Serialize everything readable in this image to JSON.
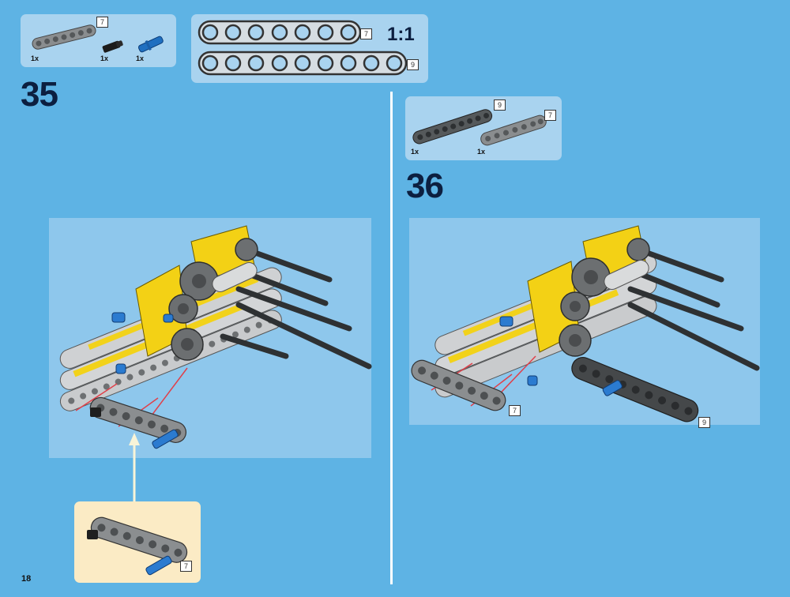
{
  "step35": {
    "number": "35",
    "parts": [
      {
        "qty": "1x",
        "length": "7",
        "icon": "gray-beam-icon"
      },
      {
        "qty": "1x",
        "icon": "black-pin-icon"
      },
      {
        "qty": "1x",
        "icon": "blue-axle-pin-icon"
      }
    ],
    "callout_length": "7"
  },
  "ruler": {
    "ratio": "1:1",
    "beams": [
      "7",
      "9"
    ]
  },
  "step36": {
    "number": "36",
    "parts": [
      {
        "qty": "1x",
        "length": "9",
        "icon": "dark-beam-icon"
      },
      {
        "qty": "1x",
        "length": "7",
        "icon": "gray-beam-icon"
      }
    ],
    "callout_beam_left": "7",
    "callout_beam_right": "9"
  },
  "page": {
    "number": "18"
  }
}
